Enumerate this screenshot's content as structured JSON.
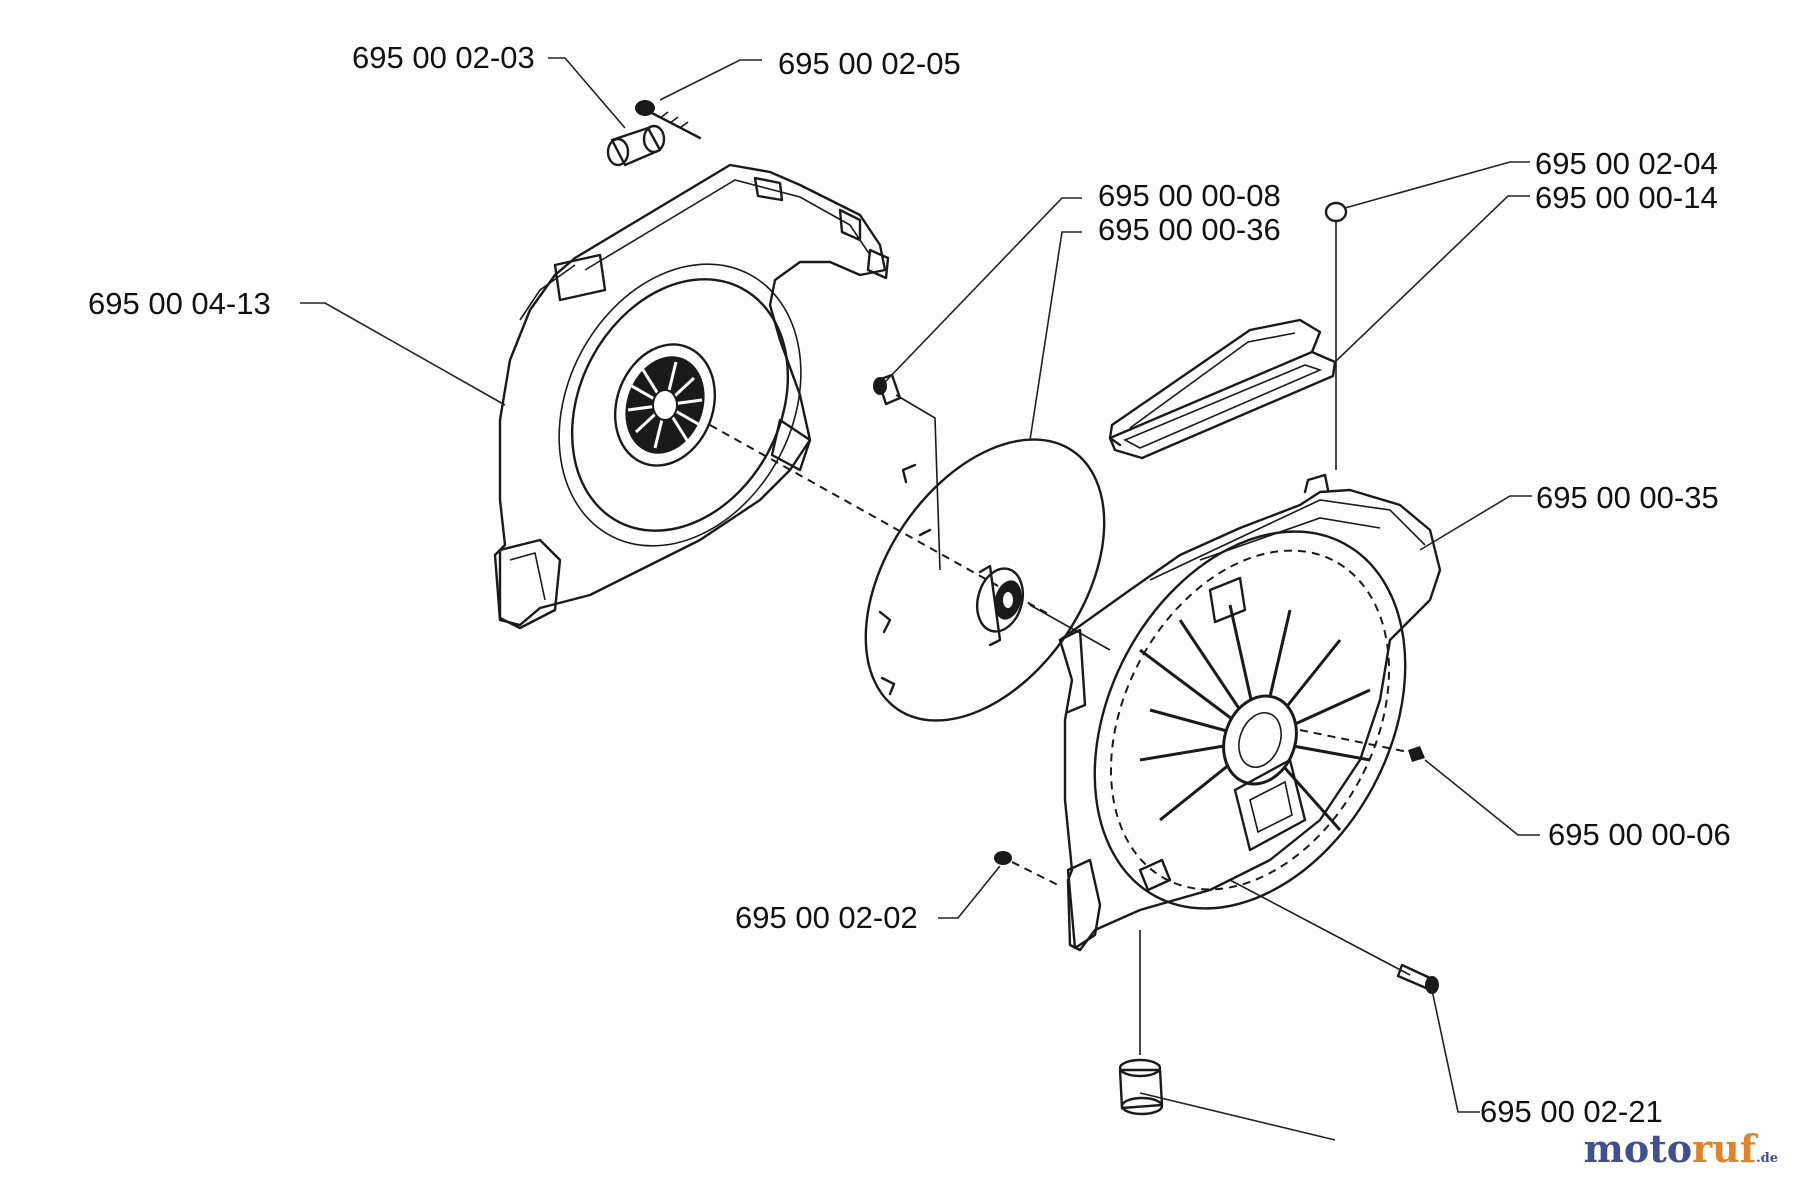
{
  "labels": {
    "p_02_03": "695 00 02-03",
    "p_02_05": "695 00 02-05",
    "p_02_04": "695 00 02-04",
    "p_00_14": "695 00 00-14",
    "p_00_08": "695 00 00-08",
    "p_00_36": "695 00 00-36",
    "p_04_13": "695 00 04-13",
    "p_00_35": "695 00 00-35",
    "p_00_06": "695 00 00-06",
    "p_02_02": "695 00 02-02",
    "p_02_21": "695 00 02-21"
  },
  "watermark": {
    "brand_a": "moto",
    "brand_b": "ruf",
    "tld": ".de"
  },
  "colors": {
    "line": "#1a1a1a",
    "watermark_blue": "#3f4f8f",
    "watermark_orange": "#e0832b"
  }
}
